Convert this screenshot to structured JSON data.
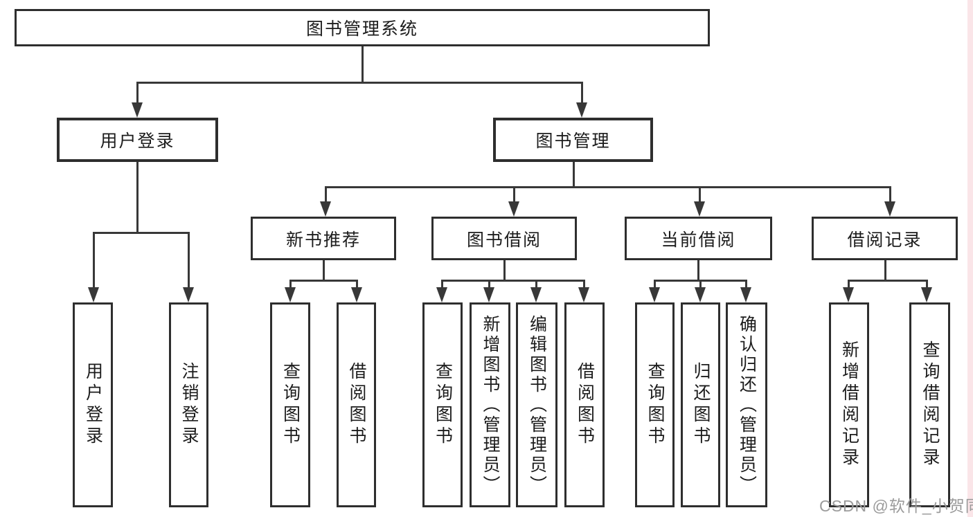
{
  "diagram": {
    "title": "图书管理系统",
    "root": {
      "label": "图书管理系统"
    },
    "level2": [
      {
        "id": "user-login",
        "label": "用户登录"
      },
      {
        "id": "book-management",
        "label": "图书管理"
      }
    ],
    "level3": [
      {
        "id": "new-book-recommend",
        "label": "新书推荐"
      },
      {
        "id": "book-borrow",
        "label": "图书借阅"
      },
      {
        "id": "current-borrow",
        "label": "当前借阅"
      },
      {
        "id": "borrow-records",
        "label": "借阅记录"
      }
    ],
    "leaves": [
      {
        "parent": "user-login",
        "label": "用户登录"
      },
      {
        "parent": "user-login",
        "label": "注销登录"
      },
      {
        "parent": "new-book-recommend",
        "label": "查询图书"
      },
      {
        "parent": "new-book-recommend",
        "label": "借阅图书"
      },
      {
        "parent": "book-borrow",
        "label": "查询图书"
      },
      {
        "parent": "book-borrow",
        "label": "新增图书（管理员）"
      },
      {
        "parent": "book-borrow",
        "label": "编辑图书（管理员）"
      },
      {
        "parent": "book-borrow",
        "label": "借阅图书"
      },
      {
        "parent": "current-borrow",
        "label": "查询图书"
      },
      {
        "parent": "current-borrow",
        "label": "归还图书"
      },
      {
        "parent": "current-borrow",
        "label": "确认归还（管理员）"
      },
      {
        "parent": "borrow-records",
        "label": "新增借阅记录"
      },
      {
        "parent": "borrow-records",
        "label": "查询借阅记录"
      }
    ]
  },
  "watermark": {
    "text": "CSDN @软件_小贺同学"
  },
  "colors": {
    "line": "#383838",
    "box_border": "#2e2e2e",
    "text": "#1c1c1c",
    "watermark": "#9b9b9b",
    "right_edge_tint": "#eeaab4",
    "background": "#ffffff"
  }
}
